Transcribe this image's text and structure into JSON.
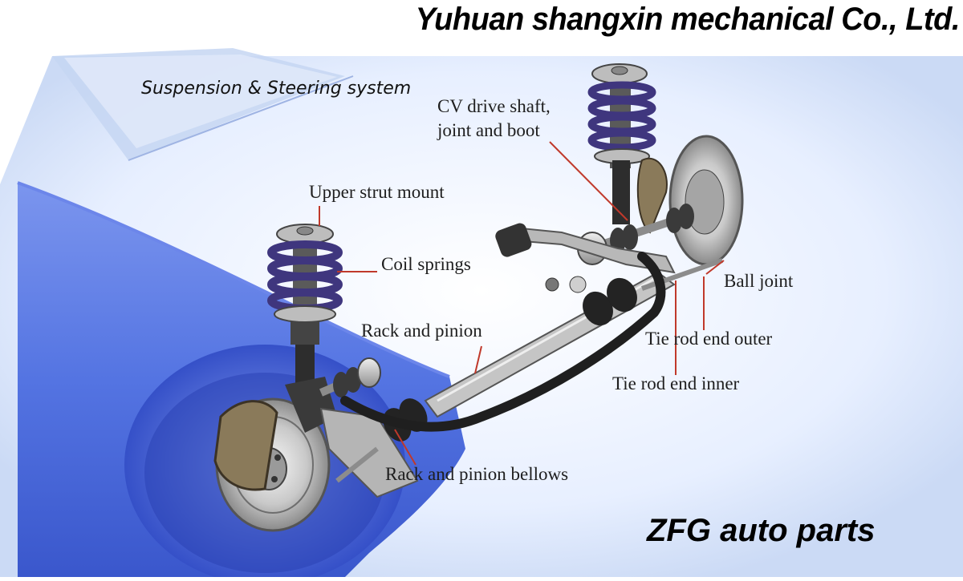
{
  "header": {
    "company": "Yuhuan shangxin mechanical Co., Ltd.",
    "subtitle": "Suspension & Steering system"
  },
  "footer": {
    "brand": "ZFG auto parts"
  },
  "labels": {
    "cv_line1": "CV drive shaft,",
    "cv_line2": "joint and boot",
    "upper_strut_mount": "Upper strut mount",
    "coil_springs": "Coil springs",
    "rack_and_pinion": "Rack and pinion",
    "ball_joint": "Ball joint",
    "tie_rod_end_outer": "Tie rod end outer",
    "tie_rod_end_inner": "Tie rod end inner",
    "rack_and_pinion_bellows": "Rack and pinion bellows"
  },
  "colors": {
    "body_blue": "#4f6fe0",
    "spring_purple": "#4a3f8c",
    "leader_red": "#c0392b"
  }
}
